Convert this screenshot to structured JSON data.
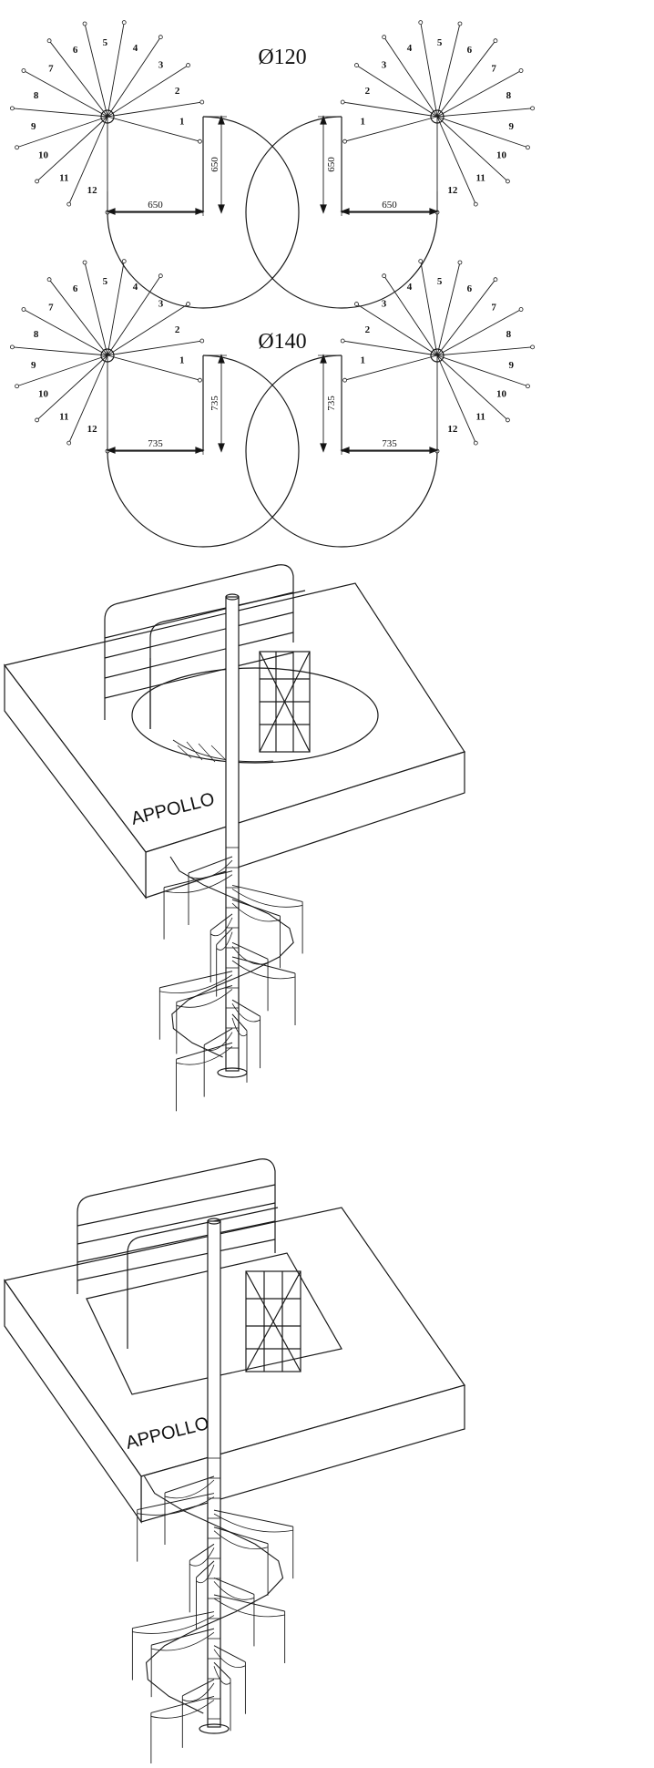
{
  "plans": [
    {
      "diameter_label": "Ø120",
      "left": {
        "steps": [
          "1",
          "2",
          "3",
          "4",
          "5",
          "6",
          "7",
          "8",
          "9",
          "10",
          "11",
          "12"
        ],
        "dim_h": "650",
        "dim_v": "650"
      },
      "right": {
        "steps": [
          "1",
          "2",
          "3",
          "4",
          "5",
          "6",
          "7",
          "8",
          "9",
          "10",
          "11",
          "12"
        ],
        "dim_h": "650",
        "dim_v": "650"
      }
    },
    {
      "diameter_label": "Ø140",
      "left": {
        "steps": [
          "1",
          "2",
          "3",
          "4",
          "5",
          "6",
          "7",
          "8",
          "9",
          "10",
          "11",
          "12"
        ],
        "dim_h": "735",
        "dim_v": "735"
      },
      "right": {
        "steps": [
          "1",
          "2",
          "3",
          "4",
          "5",
          "6",
          "7",
          "8",
          "9",
          "10",
          "11",
          "12"
        ],
        "dim_h": "735",
        "dim_v": "735"
      }
    }
  ],
  "isometric": [
    {
      "model_label": "APPOLLO",
      "opening": "round"
    },
    {
      "model_label": "APPOLLO",
      "opening": "square"
    }
  ]
}
